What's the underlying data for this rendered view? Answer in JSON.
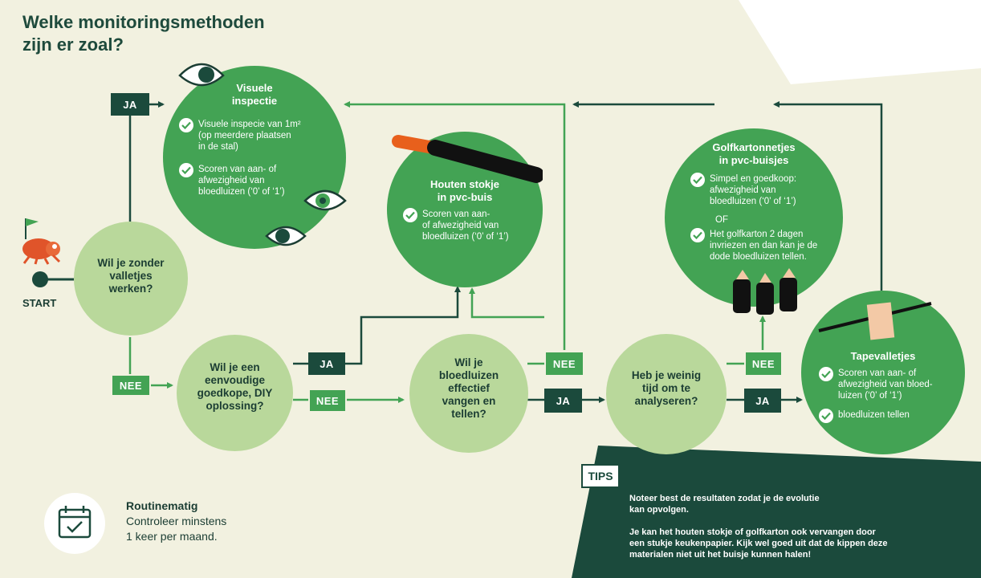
{
  "title_line1": "Welke monitoringsmethoden",
  "title_line2": "zijn er zoal?",
  "start_label": "START",
  "q1": {
    "line1": "Wil je zonder",
    "line2": "valletjes",
    "line3": "werken?"
  },
  "q2": {
    "line1": "Wil je een",
    "line2": "eenvoudige",
    "line3": "goedkope, DIY",
    "line4": "oplossing?"
  },
  "q3": {
    "line1": "Wil je",
    "line2": "bloedluizen",
    "line3": "effectief",
    "line4": "vangen en",
    "line5": "tellen?"
  },
  "q4": {
    "line1": "Heb je weinig",
    "line2": "tijd om te",
    "line3": "analyseren?"
  },
  "tags": {
    "ja": "JA",
    "nee": "NEE"
  },
  "visuele": {
    "title1": "Visuele",
    "title2": "inspectie",
    "item1": {
      "l1": "Visuele inspecie van 1m²",
      "l2": "(op meerdere plaatsen",
      "l3": "in de stal)"
    },
    "item2": {
      "l1": "Scoren van aan- of",
      "l2": "afwezigheid van",
      "l3": "bloedluizen (‘0’ of ‘1’)"
    }
  },
  "houten": {
    "title1": "Houten stokje",
    "title2": "in pvc-buis",
    "item1": {
      "l1": "Scoren van aan-",
      "l2": "of afwezigheid van",
      "l3": "bloedluizen (‘0’ of ‘1’)"
    }
  },
  "golf": {
    "title1": "Golfkartonnetjes",
    "title2": "in pvc-buisjes",
    "item1": {
      "l1": "Simpel en goedkoop:",
      "l2": "afwezigheid van",
      "l3": "bloedluizen (‘0’ of ‘1’)"
    },
    "or": "OF",
    "item2": {
      "l1": "Het golfkarton 2 dagen",
      "l2": "invriezen en dan kan je de",
      "l3": "dode bloedluizen tellen."
    }
  },
  "tape": {
    "title": "Tapevalletjes",
    "item1": {
      "l1": "Scoren van aan- of",
      "l2": "afwezigheid van bloed-",
      "l3": "luizen (‘0’ of ‘1’)"
    },
    "item2": {
      "l1": "bloedluizen tellen"
    }
  },
  "routine": {
    "title": "Routinematig",
    "line1": "Controleer minstens",
    "line2": "1 keer per maand."
  },
  "tips": {
    "label": "TIPS",
    "p1_l1": "Noteer best de resultaten zodat je de evolutie",
    "p1_l2": "kan opvolgen.",
    "p2_l1": "Je kan het houten stokje of golfkarton ook vervangen door",
    "p2_l2": "een stukje keukenpapier. Kijk wel goed uit dat de kippen deze",
    "p2_l3": "materialen niet uit het buisje kunnen halen!"
  },
  "colors": {
    "dark_green": "#1b4a3c",
    "green": "#43a354",
    "light_green": "#b9d89b",
    "line": "#43a354",
    "background": "#f2f1e0",
    "orange": "#e8601c"
  }
}
